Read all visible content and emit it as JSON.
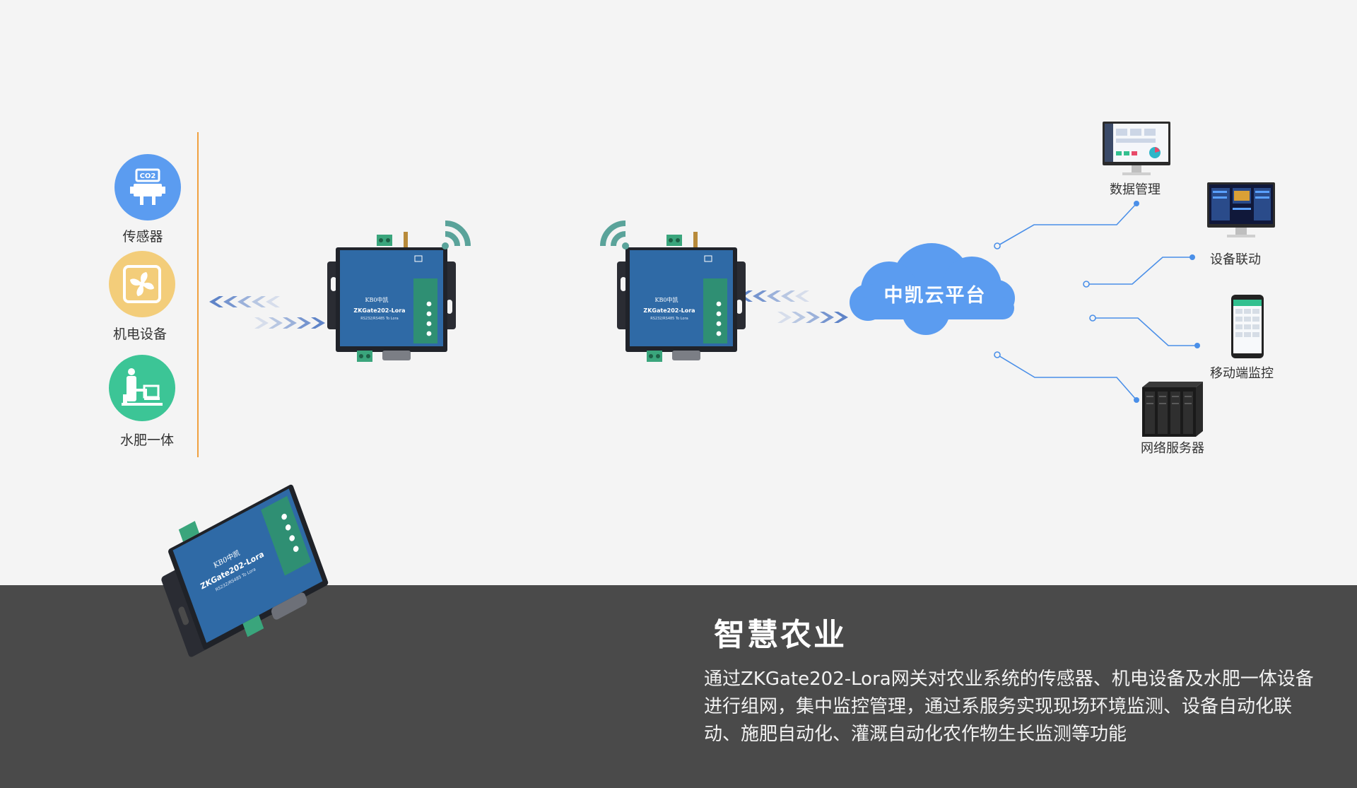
{
  "sensors": [
    {
      "label": "传感器",
      "icon": "co2-sensor-icon",
      "color": "#5b9cf0"
    },
    {
      "label": "机电设备",
      "icon": "fan-icon",
      "color": "#f3cd7a"
    },
    {
      "label": "水肥一体",
      "icon": "irrigation-icon",
      "color": "#3cc596"
    }
  ],
  "gateway": {
    "brand": "KB0中凯",
    "model": "ZKGate202-Lora",
    "sub": "RS232/RS485 To Lora"
  },
  "co2_text": "CO2",
  "cloud": {
    "label": "中凯云平台",
    "color": "#5b9cf0"
  },
  "endpoints": [
    {
      "label": "数据管理"
    },
    {
      "label": "设备联动"
    },
    {
      "label": "移动端监控"
    },
    {
      "label": "网络服务器"
    }
  ],
  "solution": {
    "title": "智慧农业",
    "description_lines": [
      "通过ZKGate202-Lora网关对农业系统的传感器、机电设备及水肥一体设备",
      "进行组网，集中监控管理，通过系服务实现现场环境监测、设备自动化联",
      "动、施肥自动化、灌溉自动化农作物生长监测等功能"
    ]
  },
  "colors": {
    "accent_line": "#f0a040",
    "connector": "#4a8fe8",
    "wifi": "#5aa39a",
    "band": "#4a4a4a"
  }
}
